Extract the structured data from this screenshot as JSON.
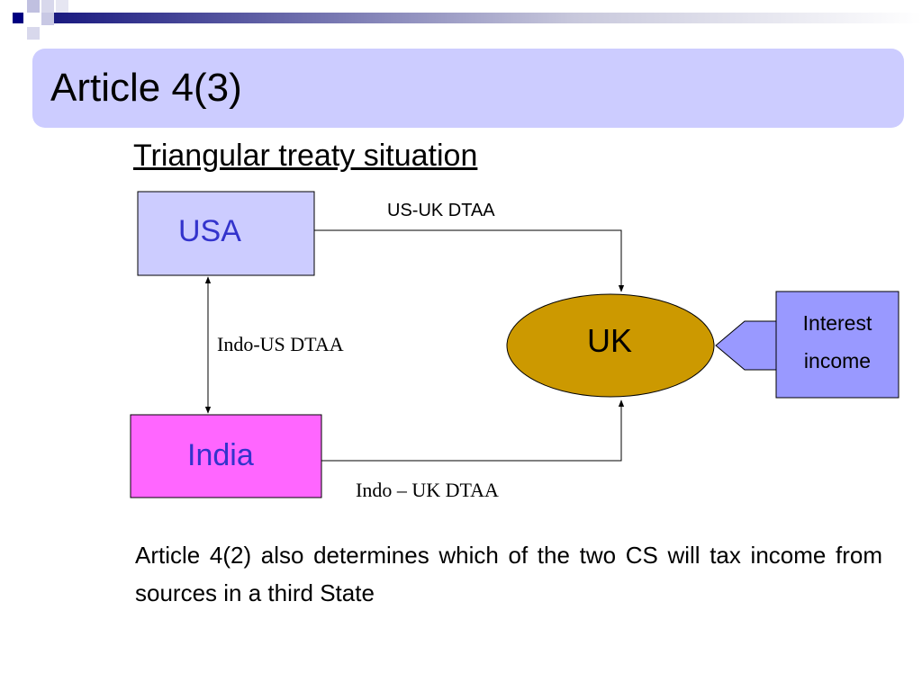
{
  "slide": {
    "title": "Article 4(3)",
    "subtitle": "Triangular treaty situation",
    "body_text": "Article 4(2) also determines which of the two CS will tax income from sources in a third State"
  },
  "diagram": {
    "nodes": {
      "usa": {
        "label": "USA",
        "fill": "#ccccff"
      },
      "india": {
        "label": "India",
        "fill": "#ff66ff"
      },
      "uk": {
        "label": "UK",
        "fill": "#cc9900"
      },
      "interest": {
        "line1": "Interest",
        "line2": "income",
        "fill": "#9999ff"
      }
    },
    "edges": {
      "us_uk": "US-UK DTAA",
      "indo_us": "Indo-US DTAA",
      "indo_uk": "Indo – UK DTAA"
    }
  },
  "colors": {
    "title_bar": "#ccccff",
    "node_label": "#3333cc",
    "decoration_dark": "#000080"
  }
}
